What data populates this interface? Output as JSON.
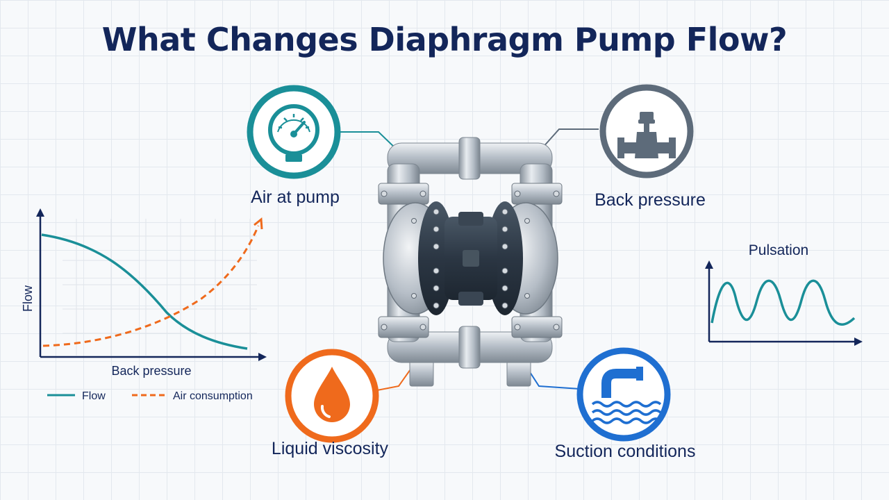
{
  "title": "What Changes Diaphragm Pump Flow?",
  "factors": {
    "air_at_pump": "Air at pump",
    "back_pressure": "Back pressure",
    "liquid_viscosity": "Liquid viscosity",
    "suction_conditions": "Suction conditions"
  },
  "colors": {
    "title": "#13265a",
    "teal": "#1a8f98",
    "slate": "#5d6b7a",
    "orange": "#ef6a1c",
    "blue": "#1f6fd1"
  },
  "icons": {
    "air_at_pump": "pressure-gauge-icon",
    "back_pressure": "valve-icon",
    "liquid_viscosity": "droplet-icon",
    "suction_conditions": "pipe-water-icon"
  },
  "left_chart": {
    "xlabel": "Back pressure",
    "ylabel": "Flow",
    "legend": {
      "flow": "Flow",
      "air": "Air consumption"
    }
  },
  "right_chart": {
    "title": "Pulsation"
  }
}
